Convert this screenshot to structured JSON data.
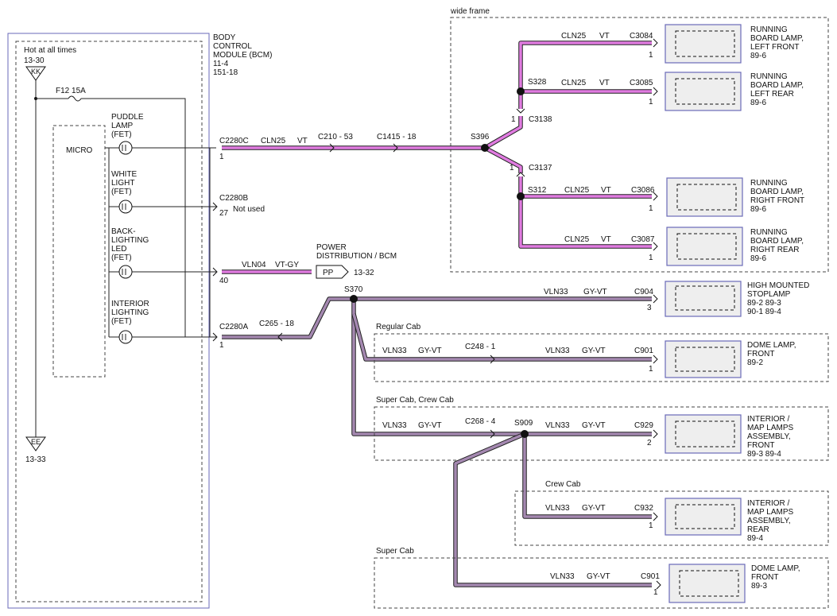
{
  "bcm": {
    "title_lines": [
      "BODY",
      "CONTROL",
      "MODULE (BCM)",
      "11-4",
      "151-18"
    ],
    "hot_label": "Hot at all times",
    "hot_ref": "13-30",
    "kk": "KK",
    "fuse": "F12  15A",
    "micro": "MICRO",
    "ee": "EE",
    "ee_ref": "13-33",
    "fets": [
      {
        "lines": [
          "PUDDLE",
          "LAMP",
          "(FET)"
        ]
      },
      {
        "lines": [
          "WHITE",
          "LIGHT",
          "(FET)"
        ]
      },
      {
        "lines": [
          "BACK-",
          "LIGHTING",
          "LED",
          "(FET)"
        ]
      },
      {
        "lines": [
          "INTERIOR",
          "LIGHTING",
          "(FET)"
        ]
      }
    ]
  },
  "connectors": {
    "c2280c": "C2280C",
    "c2280c_pin": "1",
    "c2280b": "C2280B",
    "c2280b_pin": "27",
    "not_used": "Not used",
    "pin40": "40",
    "c2280a": "C2280A",
    "c2280a_pin": "1",
    "c210": "C210 - 53",
    "c1415": "C1415 - 18",
    "c265": "C265 - 18",
    "c3138": "C3138",
    "c3138_pin": "1",
    "c3137": "C3137",
    "c3137_pin": "1",
    "c248": "C248 - 1",
    "c268": "C268 - 4"
  },
  "splices": {
    "s396": "S396",
    "s328": "S328",
    "s312": "S312",
    "s370": "S370",
    "s909": "S909"
  },
  "wires": {
    "cln25": "CLN25",
    "vt": "VT",
    "vln04": "VLN04",
    "vtgy": "VT-GY",
    "vln33": "VLN33",
    "gyvt": "GY-VT"
  },
  "power_dist": {
    "lines": [
      "POWER",
      "DISTRIBUTION / BCM"
    ],
    "pp": "PP",
    "ref": "13-32"
  },
  "regions": {
    "wide_frame": "wide frame",
    "regular_cab": "Regular Cab",
    "super_crew": "Super Cab, Crew Cab",
    "crew_cab": "Crew Cab",
    "super_cab": "Super Cab"
  },
  "lamps": [
    {
      "conn": "C3084",
      "pin": "1",
      "lines": [
        "RUNNING",
        "BOARD LAMP,",
        "LEFT FRONT",
        "89-6"
      ]
    },
    {
      "conn": "C3085",
      "pin": "1",
      "lines": [
        "RUNNING",
        "BOARD LAMP,",
        "LEFT REAR",
        "89-6"
      ]
    },
    {
      "conn": "C3086",
      "pin": "1",
      "lines": [
        "RUNNING",
        "BOARD LAMP,",
        "RIGHT FRONT",
        "89-6"
      ]
    },
    {
      "conn": "C3087",
      "pin": "1",
      "lines": [
        "RUNNING",
        "BOARD LAMP,",
        "RIGHT REAR",
        "89-6"
      ]
    },
    {
      "conn": "C904",
      "pin": "3",
      "lines": [
        "HIGH MOUNTED",
        "STOPLAMP",
        "89-2   89-3",
        "90-1   89-4"
      ]
    },
    {
      "conn": "C901",
      "pin": "1",
      "lines": [
        "DOME LAMP,",
        "FRONT",
        "89-2"
      ]
    },
    {
      "conn": "C929",
      "pin": "2",
      "lines": [
        "INTERIOR /",
        "MAP LAMPS",
        "ASSEMBLY,",
        "FRONT",
        "89-3   89-4"
      ]
    },
    {
      "conn": "C932",
      "pin": "1",
      "lines": [
        "INTERIOR /",
        "MAP LAMPS",
        "ASSEMBLY,",
        "REAR",
        "89-4"
      ]
    },
    {
      "conn": "C901",
      "pin": "1",
      "lines": [
        "DOME LAMP,",
        "FRONT",
        "89-3"
      ]
    }
  ]
}
